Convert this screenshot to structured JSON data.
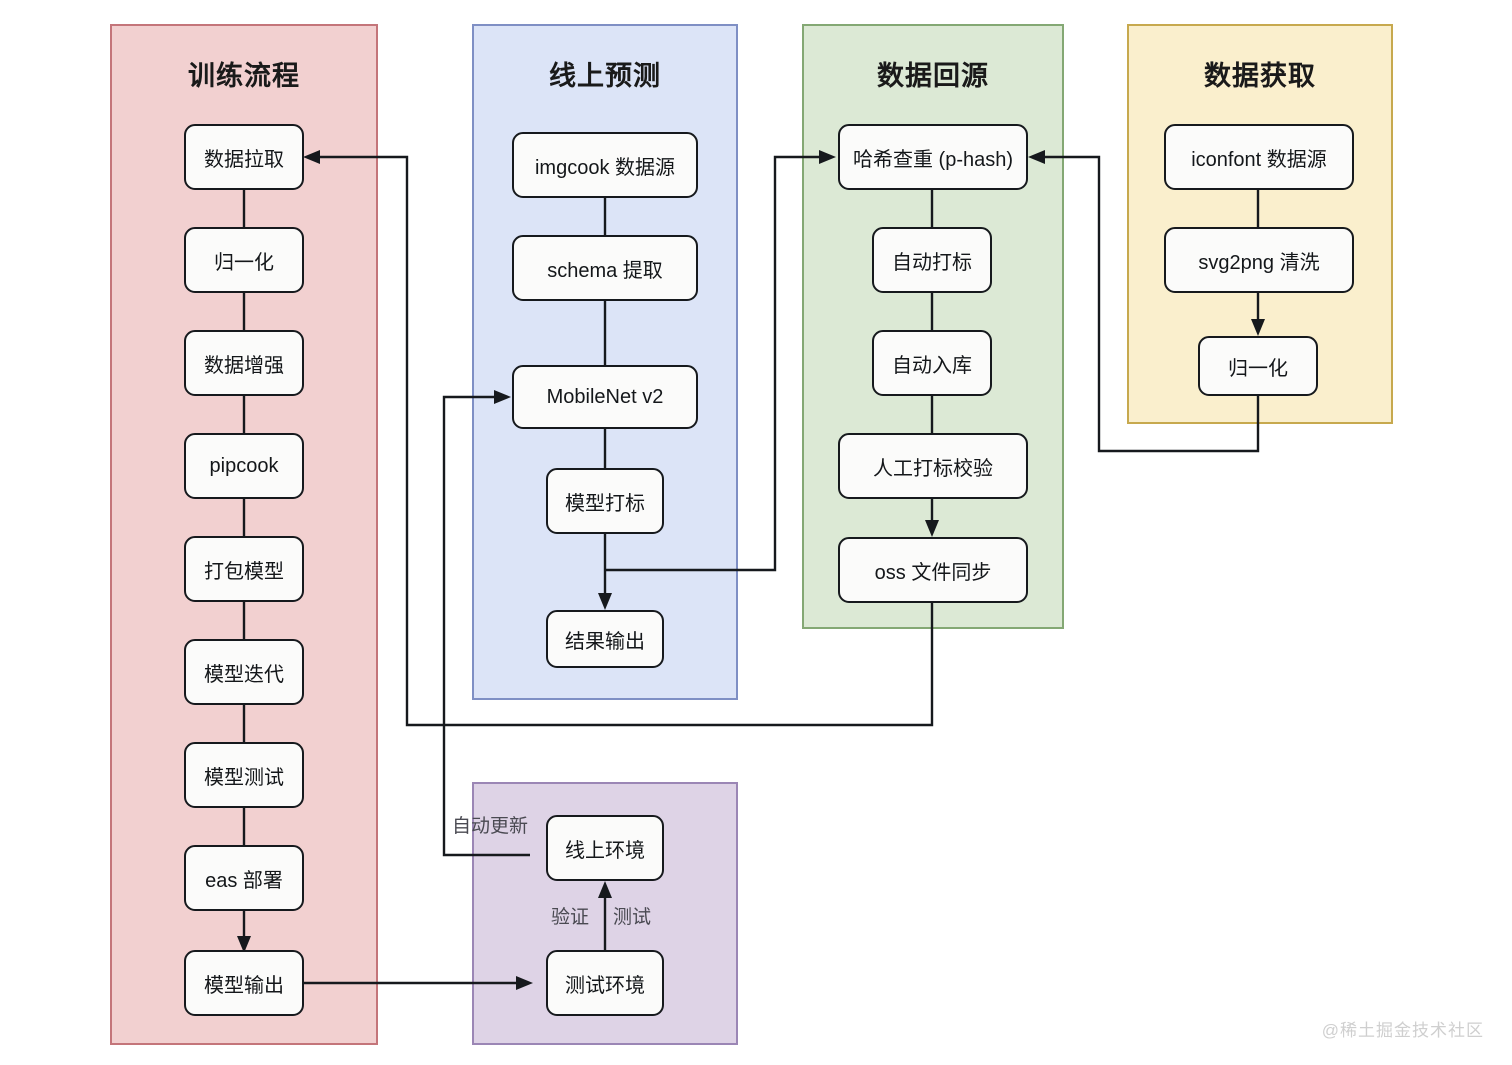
{
  "diagram": {
    "title_hidden": "",
    "watermark": "@稀土掘金技术社区",
    "groups": [
      {
        "id": "training",
        "title": "训练流程",
        "fill": "#F2D0D0",
        "border": "#C4757A",
        "nodes": [
          "数据拉取",
          "归一化",
          "数据增强",
          "pipcook",
          "打包模型",
          "模型迭代",
          "模型测试",
          "eas 部署",
          "模型输出"
        ]
      },
      {
        "id": "online-prediction",
        "title": "线上预测",
        "fill": "#DCE4F7",
        "border": "#7F8FC4",
        "nodes": [
          "imgcook 数据源",
          "schema 提取",
          "MobileNet v2",
          "模型打标",
          "结果输出"
        ]
      },
      {
        "id": "data-backflow",
        "title": "数据回源",
        "fill": "#DCE9D5",
        "border": "#84A874",
        "nodes": [
          "哈希查重 (p-hash)",
          "自动打标",
          "自动入库",
          "人工打标校验",
          "oss 文件同步"
        ]
      },
      {
        "id": "data-acquisition",
        "title": "数据获取",
        "fill": "#FAEFCD",
        "border": "#C7A94E",
        "nodes": [
          "iconfont 数据源",
          "svg2png 清洗",
          "归一化"
        ]
      },
      {
        "id": "environments",
        "title": "",
        "fill": "#DED3E6",
        "border": "#9B86B5",
        "nodes": [
          "线上环境",
          "测试环境"
        ]
      }
    ],
    "edge_labels": {
      "auto_update": "自动更新",
      "verify": "验证",
      "test": "测试"
    },
    "colors": {
      "node_fill": "#FBFBFA",
      "node_border": "#16191D",
      "edge": "#16191D",
      "text": "#14171A",
      "watermark": "#CFCFCF"
    }
  }
}
